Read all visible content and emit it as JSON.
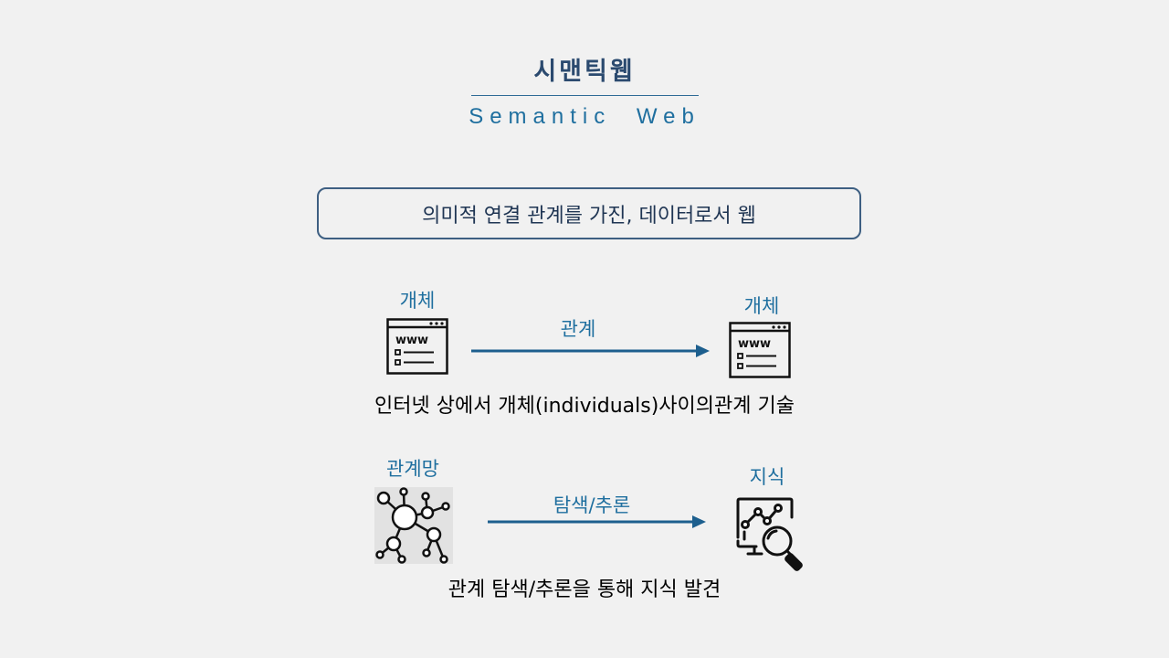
{
  "title": "시맨틱웹",
  "subtitle": "Semantic Web",
  "definition": "의미적 연결 관계를 가진, 데이터로서 웹",
  "row1": {
    "left_label": "개체",
    "arrow_label": "관계",
    "right_label": "개체",
    "left_icon": "webpage-icon",
    "right_icon": "webpage-icon",
    "icon_text": "www",
    "caption": "인터넷 상에서 개체(individuals)사이의관계 기술"
  },
  "row2": {
    "left_label": "관계망",
    "arrow_label": "탐색/추론",
    "right_label": "지식",
    "left_icon": "network-icon",
    "right_icon": "data-analysis-icon",
    "caption": "관계 탐색/추론을 통해 지식 발견"
  },
  "colors": {
    "title": "#2b4a6f",
    "accent": "#1f6f9f",
    "arrow": "#1d5f8e",
    "box_border": "#3e5f82",
    "background": "#f1f1f1"
  }
}
